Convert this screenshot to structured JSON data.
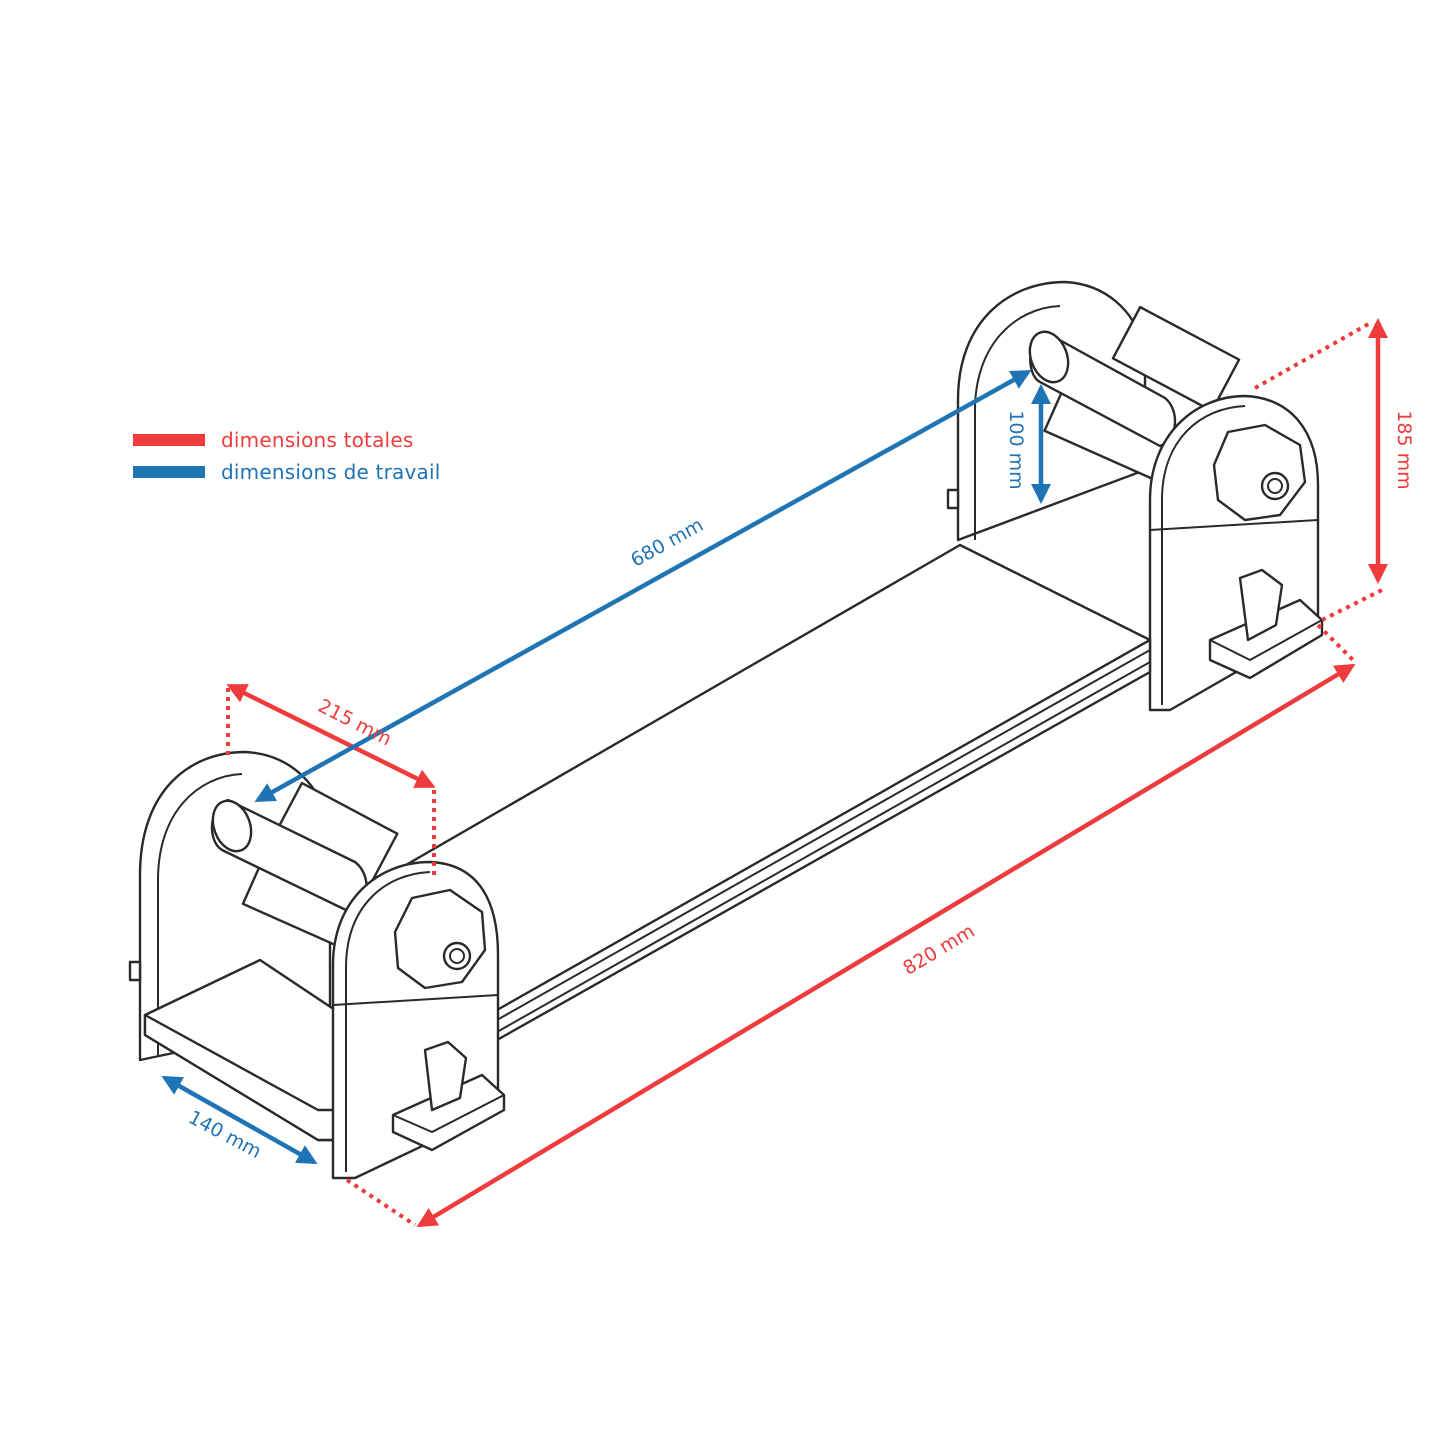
{
  "colors": {
    "total": "#ef3b3b",
    "working": "#1f74b5",
    "outline": "#2a2a2a"
  },
  "legend": {
    "total_label": "dimensions totales",
    "working_label": "dimensions de travail"
  },
  "dimensions": {
    "length_total": "820 mm",
    "width_total": "215 mm",
    "height_total": "185 mm",
    "length_working": "680 mm",
    "height_working": "100 mm",
    "width_working": "140 mm"
  }
}
